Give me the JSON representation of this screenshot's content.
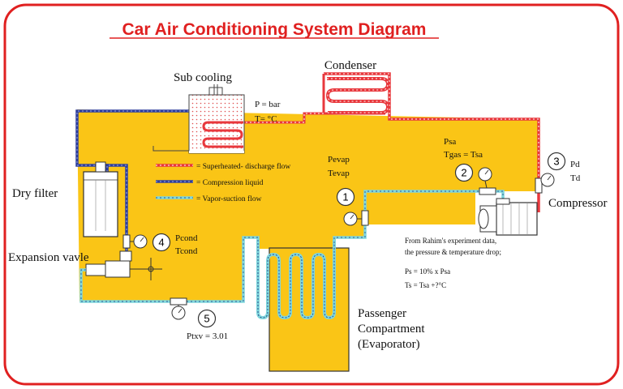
{
  "title": "Car Air Conditioning System Diagram",
  "components": {
    "sub_cooling": "Sub cooling",
    "condenser": "Condenser",
    "dry_filter": "Dry filter",
    "expansion_valve": "Expansion vavle",
    "compressor": "Compressor",
    "passenger_line1": "Passenger",
    "passenger_line2": "Compartment",
    "passenger_line3": "(Evaporator)"
  },
  "readouts": {
    "pressure": "P =  bar",
    "temperature": "T=  °C",
    "pevap": "Pevap",
    "tevap": "Tevap",
    "psa": "Psa",
    "tgas": "Tgas = Tsa",
    "pd": "Pd",
    "td": "Td",
    "pcond": "Pcond",
    "tcond": "Tcond",
    "ptxv": "Ptxv = 3.01"
  },
  "gauges": [
    "1",
    "2",
    "3",
    "4",
    "5"
  ],
  "legend": [
    {
      "label": "= Superheated- discharge flow",
      "color": "#e8383d"
    },
    {
      "label": "= Compression liquid",
      "color": "#2e3f9e"
    },
    {
      "label": "= Vapor-suction flow",
      "color": "#7fd6dc"
    }
  ],
  "notes": {
    "line1": "From Rahim's experiment data,",
    "line2": "the pressure & temperature drop;",
    "line3": "Ps = 10% x Psa",
    "line4": "Ts = Tsa +?°C"
  },
  "colors": {
    "border": "#e02020",
    "background": "#fac516",
    "title": "#e02020",
    "discharge": "#e8383d",
    "liquid": "#2e3f9e",
    "suction": "#7fd6dc"
  }
}
